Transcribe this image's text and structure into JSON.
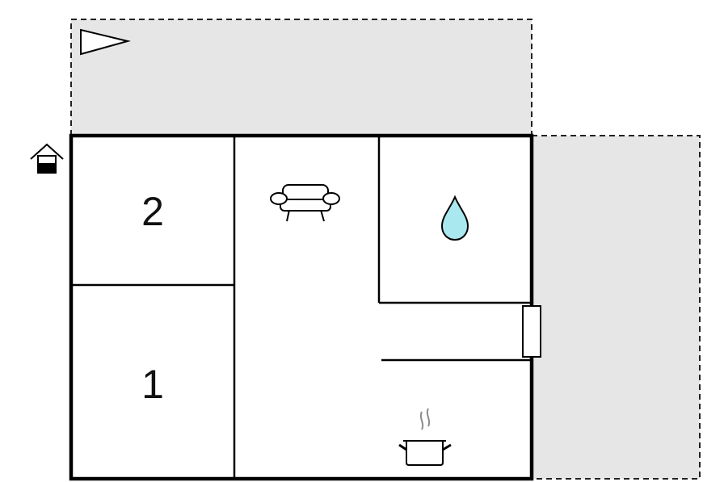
{
  "floorplan": {
    "rooms": [
      {
        "id": "bedroom-2",
        "label": "2"
      },
      {
        "id": "bedroom-1",
        "label": "1"
      }
    ],
    "icons": {
      "entrance": "house-entrance-icon",
      "orientation": "triangle-pointer-icon",
      "living": "sofa-icon",
      "bathroom": "water-drop-icon",
      "kitchen": "cooking-pot-icon"
    },
    "colors": {
      "walls": "#000000",
      "terrace_fill": "#e6e6e6",
      "water": "#a8e8ee",
      "steam": "#8c8c8c"
    }
  }
}
